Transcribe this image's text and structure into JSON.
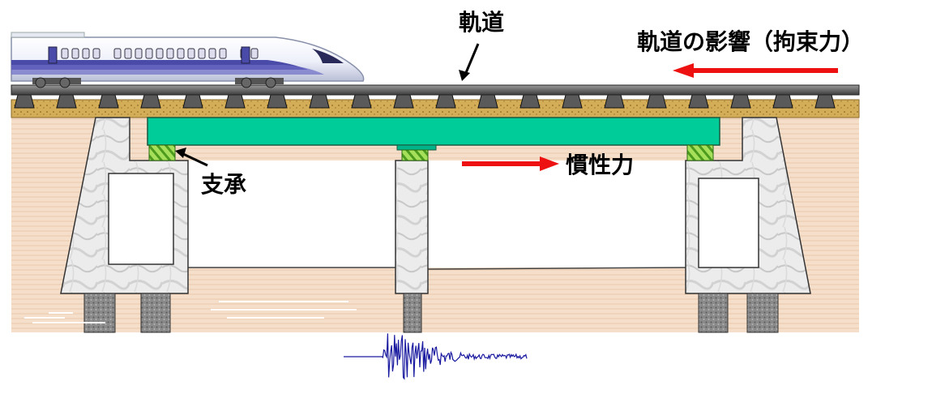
{
  "labels": {
    "track": "軌道",
    "track_effect": "軌道の影響（拘束力）",
    "inertial_force": "慣性力",
    "bearing": "支承"
  },
  "colors": {
    "ground": "#f3dcc6",
    "ballast": "#d7b15e",
    "girder": "#00cc99",
    "bearing_pad": "#8ed64a",
    "force_arrow": "#ee1111",
    "seismic_wave": "#1a1aa0",
    "concrete": "#e9e9e9"
  },
  "icons": {
    "train": "shinkansen-train-icon",
    "waveform": "seismic-wave-icon"
  }
}
